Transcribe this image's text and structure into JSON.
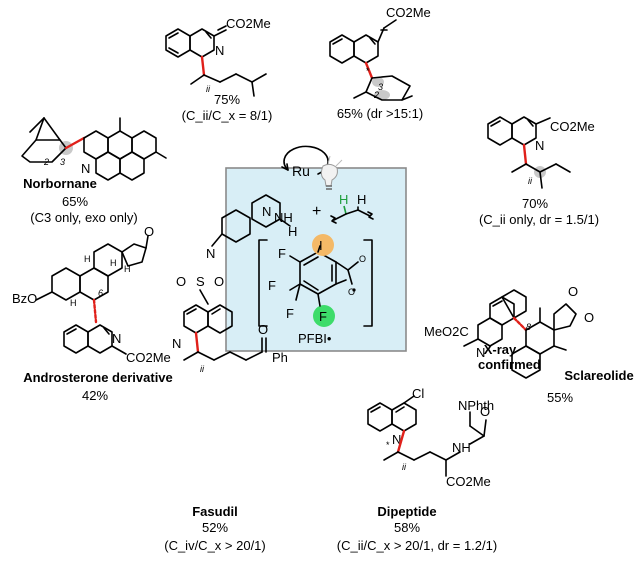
{
  "center": {
    "catalyst": "Ru",
    "plus": "+",
    "reagent": "PFBI•",
    "ring_atom": "N",
    "h_atoms": [
      "H",
      "H",
      "H"
    ],
    "halogens": [
      "F",
      "F",
      "F",
      "F"
    ],
    "iodine": "I",
    "pfbi_f": "F",
    "colors": {
      "box": "#d8eef6",
      "iodine": "#f4b967",
      "fluorine": "#3ddc6a",
      "bond": "#e0201a",
      "hatom": "#1e9e3c"
    }
  },
  "entries": [
    {
      "id": "isoquinoline-ester-top",
      "yield": "75%",
      "selectivity": "(C_ii/C_x = 8/1)",
      "groups": [
        "CO2Me",
        "N"
      ],
      "sites": [
        "ii"
      ]
    },
    {
      "id": "isoquinoline-cyclohexyl",
      "yield": "65% (dr >15:1)",
      "groups": [
        "CO2Me"
      ],
      "sites": [
        "3",
        "2"
      ]
    },
    {
      "id": "norbornane",
      "name": "Norbornane",
      "yield": "65%",
      "selectivity": "(C3 only, exo only)",
      "sites": [
        "2",
        "3"
      ],
      "groups": [
        "N"
      ]
    },
    {
      "id": "isoquinoline-sec-butyl",
      "yield": "70%",
      "selectivity": "(C_ii only, dr = 1.5/1)",
      "groups": [
        "CO2Me",
        "N"
      ],
      "sites": [
        "ii"
      ]
    },
    {
      "id": "androsterone",
      "name": "Androsterone derivative",
      "yield": "42%",
      "groups": [
        "BzO",
        "O",
        "N",
        "CO2Me",
        "H",
        "H",
        "H",
        "H"
      ],
      "sites": [
        "6"
      ]
    },
    {
      "id": "sclareolide",
      "name": "Sclareolide",
      "note": "X-ray confirmed",
      "yield": "55%",
      "groups": [
        "MeO2C",
        "N",
        "O",
        "O"
      ],
      "sites": [
        "8"
      ]
    },
    {
      "id": "fasudil",
      "name": "Fasudil",
      "yield": "52%",
      "selectivity": "(C_iv/C_x > 20/1)",
      "groups": [
        "NH",
        "N",
        "S",
        "O",
        "O",
        "N",
        "O",
        "Ph"
      ],
      "sites": [
        "ii"
      ]
    },
    {
      "id": "dipeptide",
      "name": "Dipeptide",
      "yield": "58%",
      "selectivity": "(C_ii/C_x > 20/1, dr = 1.2/1)",
      "groups": [
        "Cl",
        "N",
        "NPhth",
        "O",
        "NH",
        "CO2Me"
      ],
      "sites": [
        "ii"
      ]
    }
  ]
}
